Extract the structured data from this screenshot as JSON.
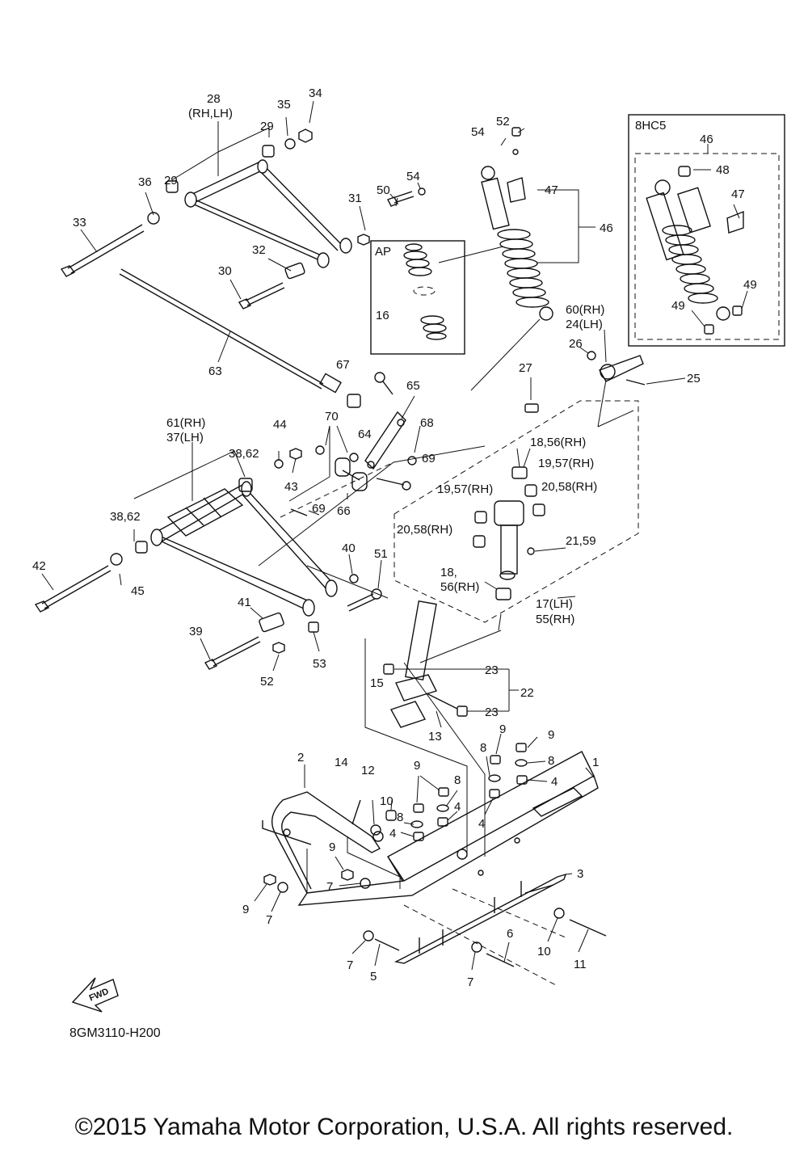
{
  "diagram": {
    "ref_code": "8GM3110-H200",
    "copyright": "©2015 Yamaha Motor Corporation, U.S.A. All rights reserved.",
    "fwd_label": "FWD",
    "inset_ap_label": "AP",
    "inset_8hc5_label": "8HC5",
    "callouts": {
      "c1": "1",
      "c2": "2",
      "c3": "3",
      "c4a": "4",
      "c4b": "4",
      "c4c": "4",
      "c4d": "4",
      "c5": "5",
      "c6": "6",
      "c7a": "7",
      "c7b": "7",
      "c7c": "7",
      "c7d": "7",
      "c8a": "8",
      "c8b": "8",
      "c8c": "8",
      "c8d": "8",
      "c9a": "9",
      "c9b": "9",
      "c9c": "9",
      "c9d": "9",
      "c9e": "9",
      "c10a": "10",
      "c10b": "10",
      "c11": "11",
      "c12": "12",
      "c13": "13",
      "c14": "14",
      "c15": "15",
      "c16": "16",
      "c17": "17(LH)",
      "c55": "55(RH)",
      "c18a": "18,56(RH)",
      "c18b": "18,",
      "c56b": "56(RH)",
      "c19a": "19,57(RH)",
      "c19b": "19,57(RH)",
      "c20a": "20,58(RH)",
      "c20b": "20,58(RH)",
      "c21": "21,59",
      "c22": "22",
      "c23a": "23",
      "c23b": "23",
      "c24": "24(LH)",
      "c60": "60(RH)",
      "c25": "25",
      "c26": "26",
      "c27": "27",
      "c28": "28",
      "c28s": "(RH,LH)",
      "c29a": "29",
      "c29b": "29",
      "c30": "30",
      "c31": "31",
      "c32": "32",
      "c33": "33",
      "c34": "34",
      "c35": "35",
      "c36": "36",
      "c61": "61(RH)",
      "c37": "37(LH)",
      "c3862a": "38,62",
      "c3862b": "38,62",
      "c39": "39",
      "c40": "40",
      "c41": "41",
      "c42": "42",
      "c43": "43",
      "c44": "44",
      "c45": "45",
      "c46a": "46",
      "c46b": "46",
      "c47a": "47",
      "c47b": "47",
      "c48": "48",
      "c49a": "49",
      "c49b": "49",
      "c50": "50",
      "c51": "51",
      "c52a": "52",
      "c52b": "52",
      "c53": "53",
      "c54a": "54",
      "c54b": "54",
      "c63": "63",
      "c64": "64",
      "c65": "65",
      "c66": "66",
      "c67": "67",
      "c68": "68",
      "c69a": "69",
      "c69b": "69",
      "c70": "70"
    }
  }
}
